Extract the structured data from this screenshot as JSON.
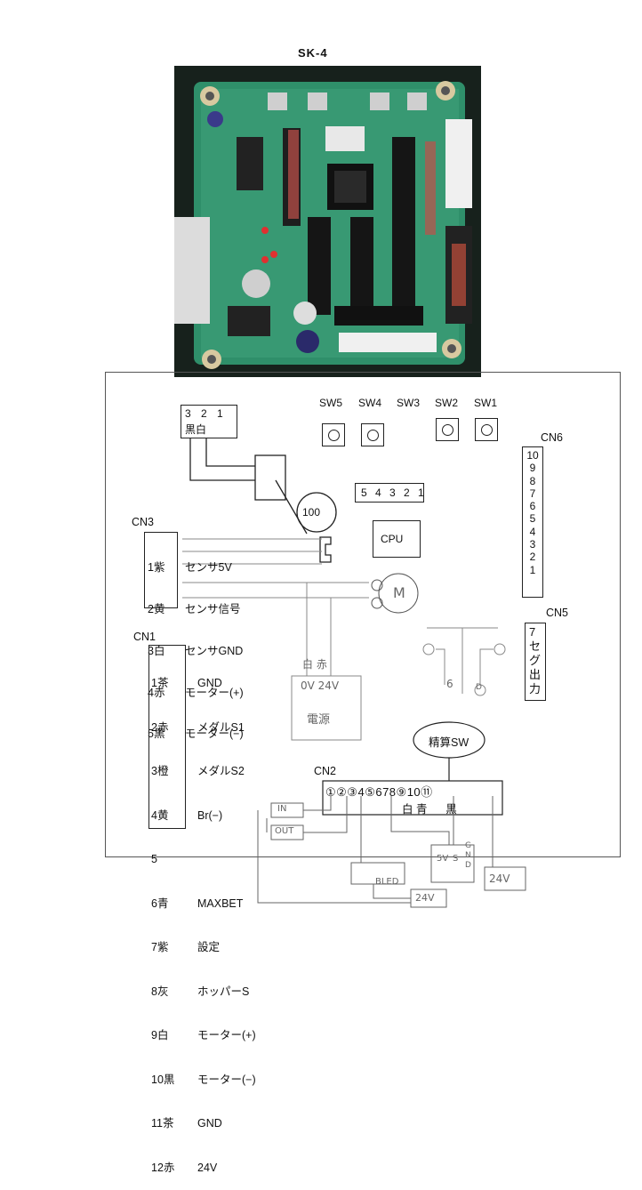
{
  "title": "SK-4",
  "switches": [
    "SW5",
    "SW4",
    "SW3",
    "SW2",
    "SW1"
  ],
  "top_connector": {
    "pins": "3 2 1",
    "colors": "黒白"
  },
  "resistor_label": "100",
  "cpu_label": "CPU",
  "seg_digits": "5 4 3 2 1",
  "motor_label": "M",
  "cn3": {
    "label": "CN3",
    "rows": [
      {
        "pin": "1紫",
        "desc": "センサ5V"
      },
      {
        "pin": "2黄",
        "desc": "センサ信号"
      },
      {
        "pin": "3白",
        "desc": "センサGND"
      },
      {
        "pin": "4赤",
        "desc": "モーター(+)"
      },
      {
        "pin": "5黒",
        "desc": "モーター(−)"
      }
    ]
  },
  "cn6": {
    "label": "CN6",
    "pins": [
      "10",
      "9",
      "8",
      "7",
      "6",
      "5",
      "4",
      "3",
      "2",
      "1"
    ]
  },
  "cn5": {
    "label": "CN5",
    "text": "7セグ出力"
  },
  "cn1": {
    "label": "CN1",
    "rows": [
      {
        "pin": "1茶",
        "desc": "GND"
      },
      {
        "pin": "2赤",
        "desc": "メダルS1"
      },
      {
        "pin": "3橙",
        "desc": "メダルS2"
      },
      {
        "pin": "4黄",
        "desc": "Br(−)"
      },
      {
        "pin": "5",
        "desc": ""
      },
      {
        "pin": "6青",
        "desc": "MAXBET"
      },
      {
        "pin": "7紫",
        "desc": "設定"
      },
      {
        "pin": "8灰",
        "desc": "ホッパーS"
      },
      {
        "pin": "9白",
        "desc": "モーター(+)"
      },
      {
        "pin": "10黒",
        "desc": "モーター(−)"
      },
      {
        "pin": "11茶",
        "desc": "GND"
      },
      {
        "pin": "12赤",
        "desc": "24V"
      }
    ]
  },
  "cn2": {
    "label": "CN2",
    "pins": "①②③4⑤678⑨10⑪",
    "colors": "白 青      黒"
  },
  "seisan_sw": "精算SW",
  "handwritten": {
    "power_colors": "白 赤",
    "power_voltages": "0V 24V",
    "power_name": "電源",
    "in_label": "IN",
    "out_label": "OUT",
    "led_label": "BLED",
    "v24_a": "24V",
    "v24_b": "24V",
    "v5_label": "5V",
    "s_label": "S",
    "gnd_label": "GND",
    "cn5_pin_a": "6",
    "cn5_pin_b": "D"
  }
}
